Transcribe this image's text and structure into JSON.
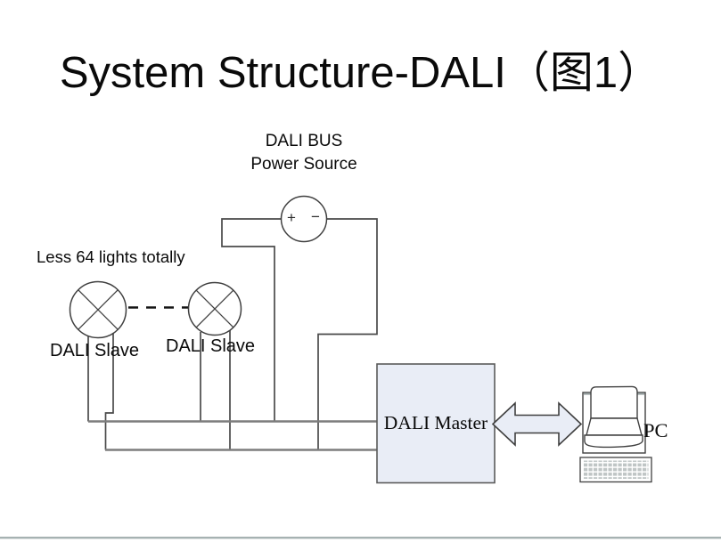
{
  "slide": {
    "title": "System Structure-DALI（图1）",
    "background": "#ffffff",
    "footer_line_color": "#a6b2b2"
  },
  "diagram": {
    "bus_label": {
      "line1": "DALI BUS",
      "line2": "Power Source"
    },
    "power_source": {
      "plus": "+",
      "minus": "−"
    },
    "lights_note": "Less 64 lights totally",
    "slaves": [
      {
        "label": "DALI Slave"
      },
      {
        "label": "DALI Slave"
      }
    ],
    "master": {
      "label": "DALI Master",
      "fill": "#e9edf6",
      "stroke": "#5a5a5a"
    },
    "link_arrow": {
      "fill": "#e9edf6"
    },
    "pc": {
      "label": "PC"
    },
    "colors": {
      "wire": "#4a4a4a",
      "bus_wire": "#7d7d7d",
      "lamp_stroke": "#3f3f3f"
    }
  }
}
